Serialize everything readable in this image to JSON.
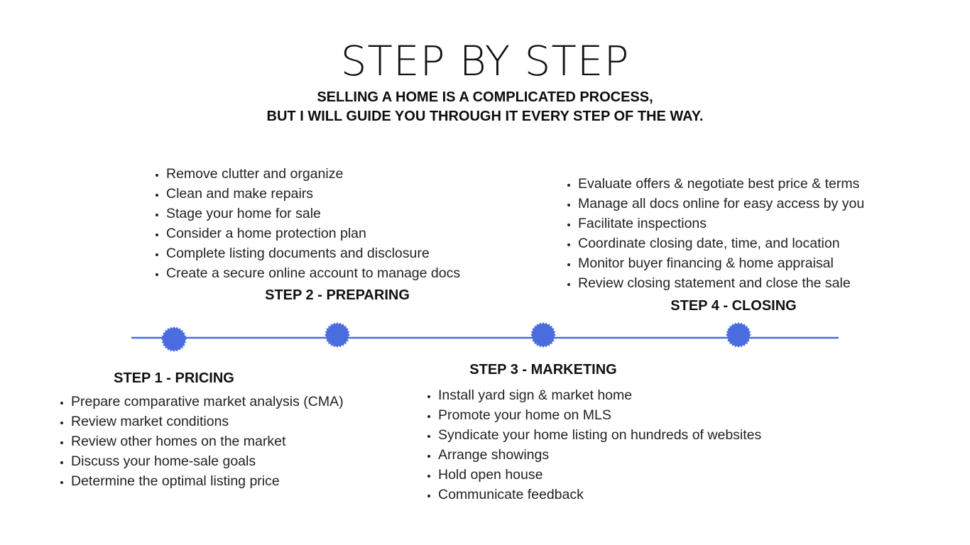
{
  "header": {
    "title": "STEP BY STEP",
    "subtitle_line1": "SELLING A HOME IS A COMPLICATED PROCESS,",
    "subtitle_line2": "BUT I WILL GUIDE YOU THROUGH IT EVERY STEP OF THE WAY."
  },
  "colors": {
    "accent": "#4a6cdf"
  },
  "steps": [
    {
      "title": "STEP 1 - PRICING",
      "items": [
        "Prepare comparative market analysis (CMA)",
        "Review market conditions",
        "Review other homes on the market",
        "Discuss your home-sale goals",
        "Determine the optimal listing price"
      ]
    },
    {
      "title": "STEP 2 - PREPARING",
      "items": [
        "Remove clutter and organize",
        "Clean and make repairs",
        "Stage your home for sale",
        "Consider a home protection plan",
        "Complete listing documents and disclosure",
        "Create a secure online account to manage docs"
      ]
    },
    {
      "title": "STEP 3 - MARKETING",
      "items": [
        "Install yard sign & market home",
        "Promote your home on MLS",
        "Syndicate your home listing on hundreds of websites",
        "Arrange showings",
        "Hold open house",
        "Communicate feedback"
      ]
    },
    {
      "title": "STEP 4 - CLOSING",
      "items": [
        "Evaluate offers & negotiate best price & terms",
        "Manage all docs online for easy access by you",
        "Facilitate inspections",
        "Coordinate closing date, time, and location",
        "Monitor buyer financing & home appraisal",
        "Review closing statement and close the sale"
      ]
    }
  ]
}
